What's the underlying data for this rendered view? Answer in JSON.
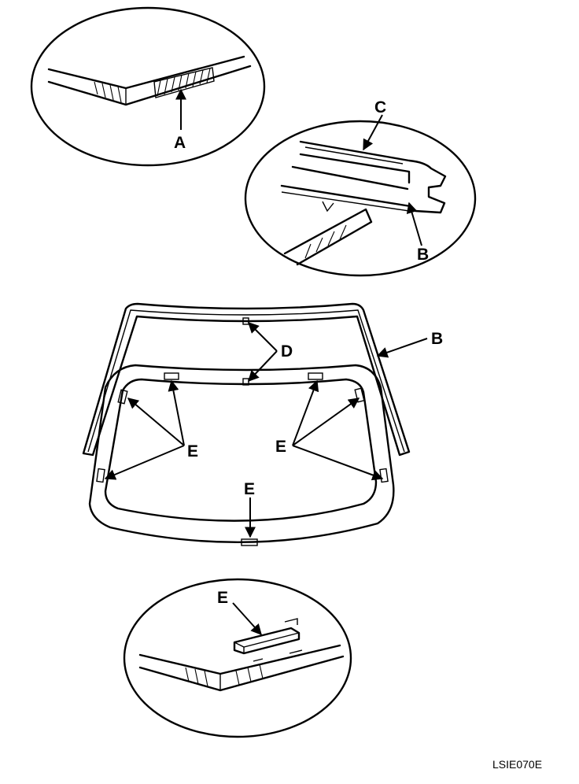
{
  "labels": {
    "a": "A",
    "b_detail": "B",
    "b_main": "B",
    "c": "C",
    "d": "D",
    "e_left": "E",
    "e_right": "E",
    "e_bottom": "E",
    "e_detail": "E"
  },
  "figure_ref": "LSIE070E"
}
